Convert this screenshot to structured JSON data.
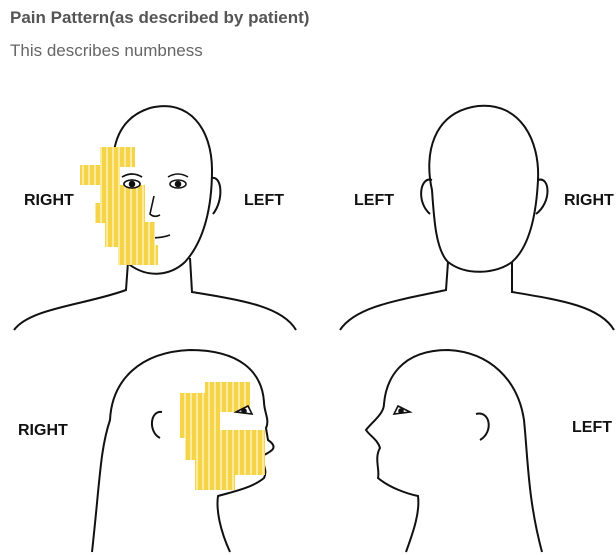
{
  "header": {
    "title": "Pain Pattern(as described by patient)",
    "subtitle": "This describes numbness"
  },
  "views": {
    "front": {
      "label_left": "RIGHT",
      "label_right": "LEFT"
    },
    "back": {
      "label_left": "LEFT",
      "label_right": "RIGHT"
    },
    "right_profile": {
      "label": "RIGHT"
    },
    "left_profile": {
      "label": "LEFT"
    }
  },
  "colors": {
    "numbness_fill": "#f5d44a",
    "numbness_stripe": "#fbeb9b",
    "outline": "#111111"
  }
}
